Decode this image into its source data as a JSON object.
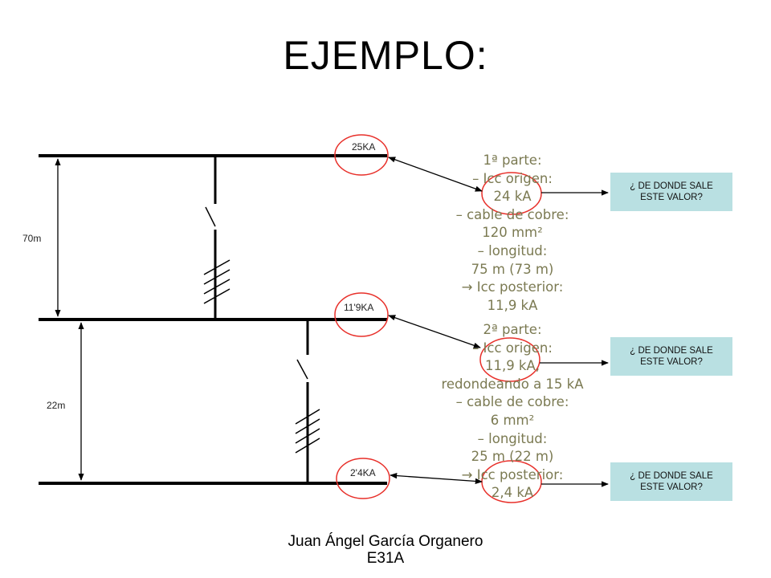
{
  "title": "EJEMPLO:",
  "footer": {
    "author": "Juan Ángel García Organero",
    "code": "E31A"
  },
  "fault_labels": {
    "top": "25KA",
    "middle": "11'9KA",
    "bottom": "2'4KA"
  },
  "distances": {
    "upper": "70m",
    "lower": "22m"
  },
  "part1": {
    "heading": "1ª parte:",
    "lines": [
      "–  Icc origen:",
      "24 kA",
      "–  cable de cobre:",
      "120 mm²",
      "–  longitud:",
      "75 m (73 m)",
      "→ Icc posterior:",
      "11,9 kA"
    ]
  },
  "part2": {
    "heading": "2ª parte:",
    "lines": [
      "–  Icc origen:",
      "11,9 kA,",
      "redondeando a 15 kA",
      "–  cable de cobre:",
      "6 mm²",
      "–  longitud:",
      "25 m (22 m)",
      "→ Icc posterior:",
      "2,4 kA"
    ]
  },
  "questions": [
    {
      "line1": "¿ DE DONDE SALE",
      "line2": "ESTE VALOR?"
    },
    {
      "line1": "¿ DE DONDE SALE",
      "line2": "ESTE VALOR?"
    },
    {
      "line1": "¿ DE DONDE SALE",
      "line2": "ESTE VALOR?"
    }
  ],
  "colors": {
    "text_olive": "#7b7a52",
    "highlight_red": "#e8302a",
    "question_bg": "#b9e0e2"
  }
}
